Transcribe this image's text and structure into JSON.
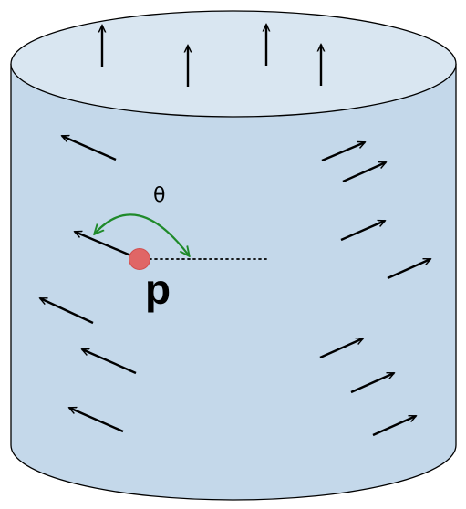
{
  "labels": {
    "angle": "θ",
    "point": "p"
  },
  "colors": {
    "cylinder_side_fill": "#c4d8ea",
    "cylinder_top_fill": "#d9e6f1",
    "outline": "#000000",
    "vector_arrow": "#000000",
    "angle_arc": "#1f8a2a",
    "point_fill": "#e06666",
    "point_stroke": "#d14f4f",
    "reference_line": "#000000"
  },
  "icons": {
    "arrowhead": "open-chevron",
    "point": "filled-circle"
  }
}
